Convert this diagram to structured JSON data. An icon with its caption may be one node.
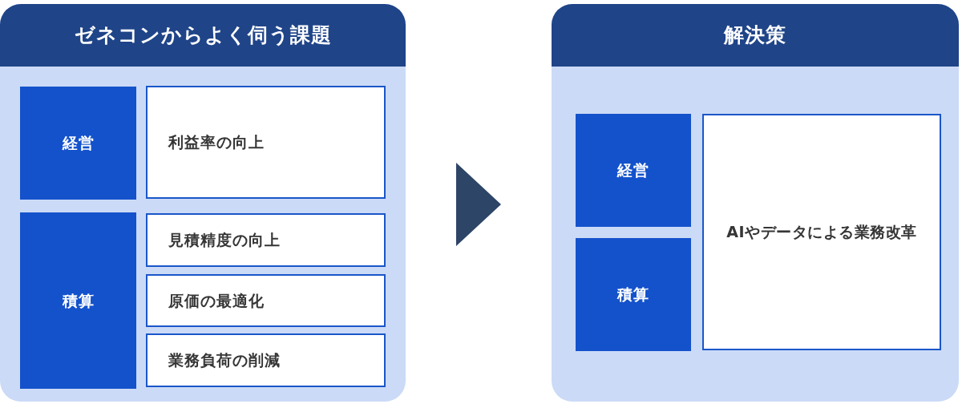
{
  "diagram": {
    "nodes": [
      {
        "text": [
          "ゼネコンからよく伺う課題"
        ]
      },
      {
        "text": [
          "経営"
        ],
        "in": 0
      },
      {
        "text": [
          "利益率の向上"
        ],
        "in": 0
      },
      {
        "text": [
          "積算"
        ],
        "in": 0
      },
      {
        "text": [
          "見積精度の向上"
        ],
        "in": 0
      },
      {
        "text": [
          "原価の最適化"
        ],
        "in": 0
      },
      {
        "text": [
          "業務負荷の削減"
        ],
        "in": 0
      },
      {
        "text": [
          "解決策"
        ]
      },
      {
        "text": [
          "経営"
        ],
        "in": 7
      },
      {
        "text": [
          "積算"
        ],
        "in": 7
      },
      {
        "text": [
          "AIやデータによる業務改革"
        ],
        "in": 7
      }
    ],
    "edges": [
      {
        "from": 0,
        "to": 7,
        "arrow": "to"
      }
    ]
  }
}
